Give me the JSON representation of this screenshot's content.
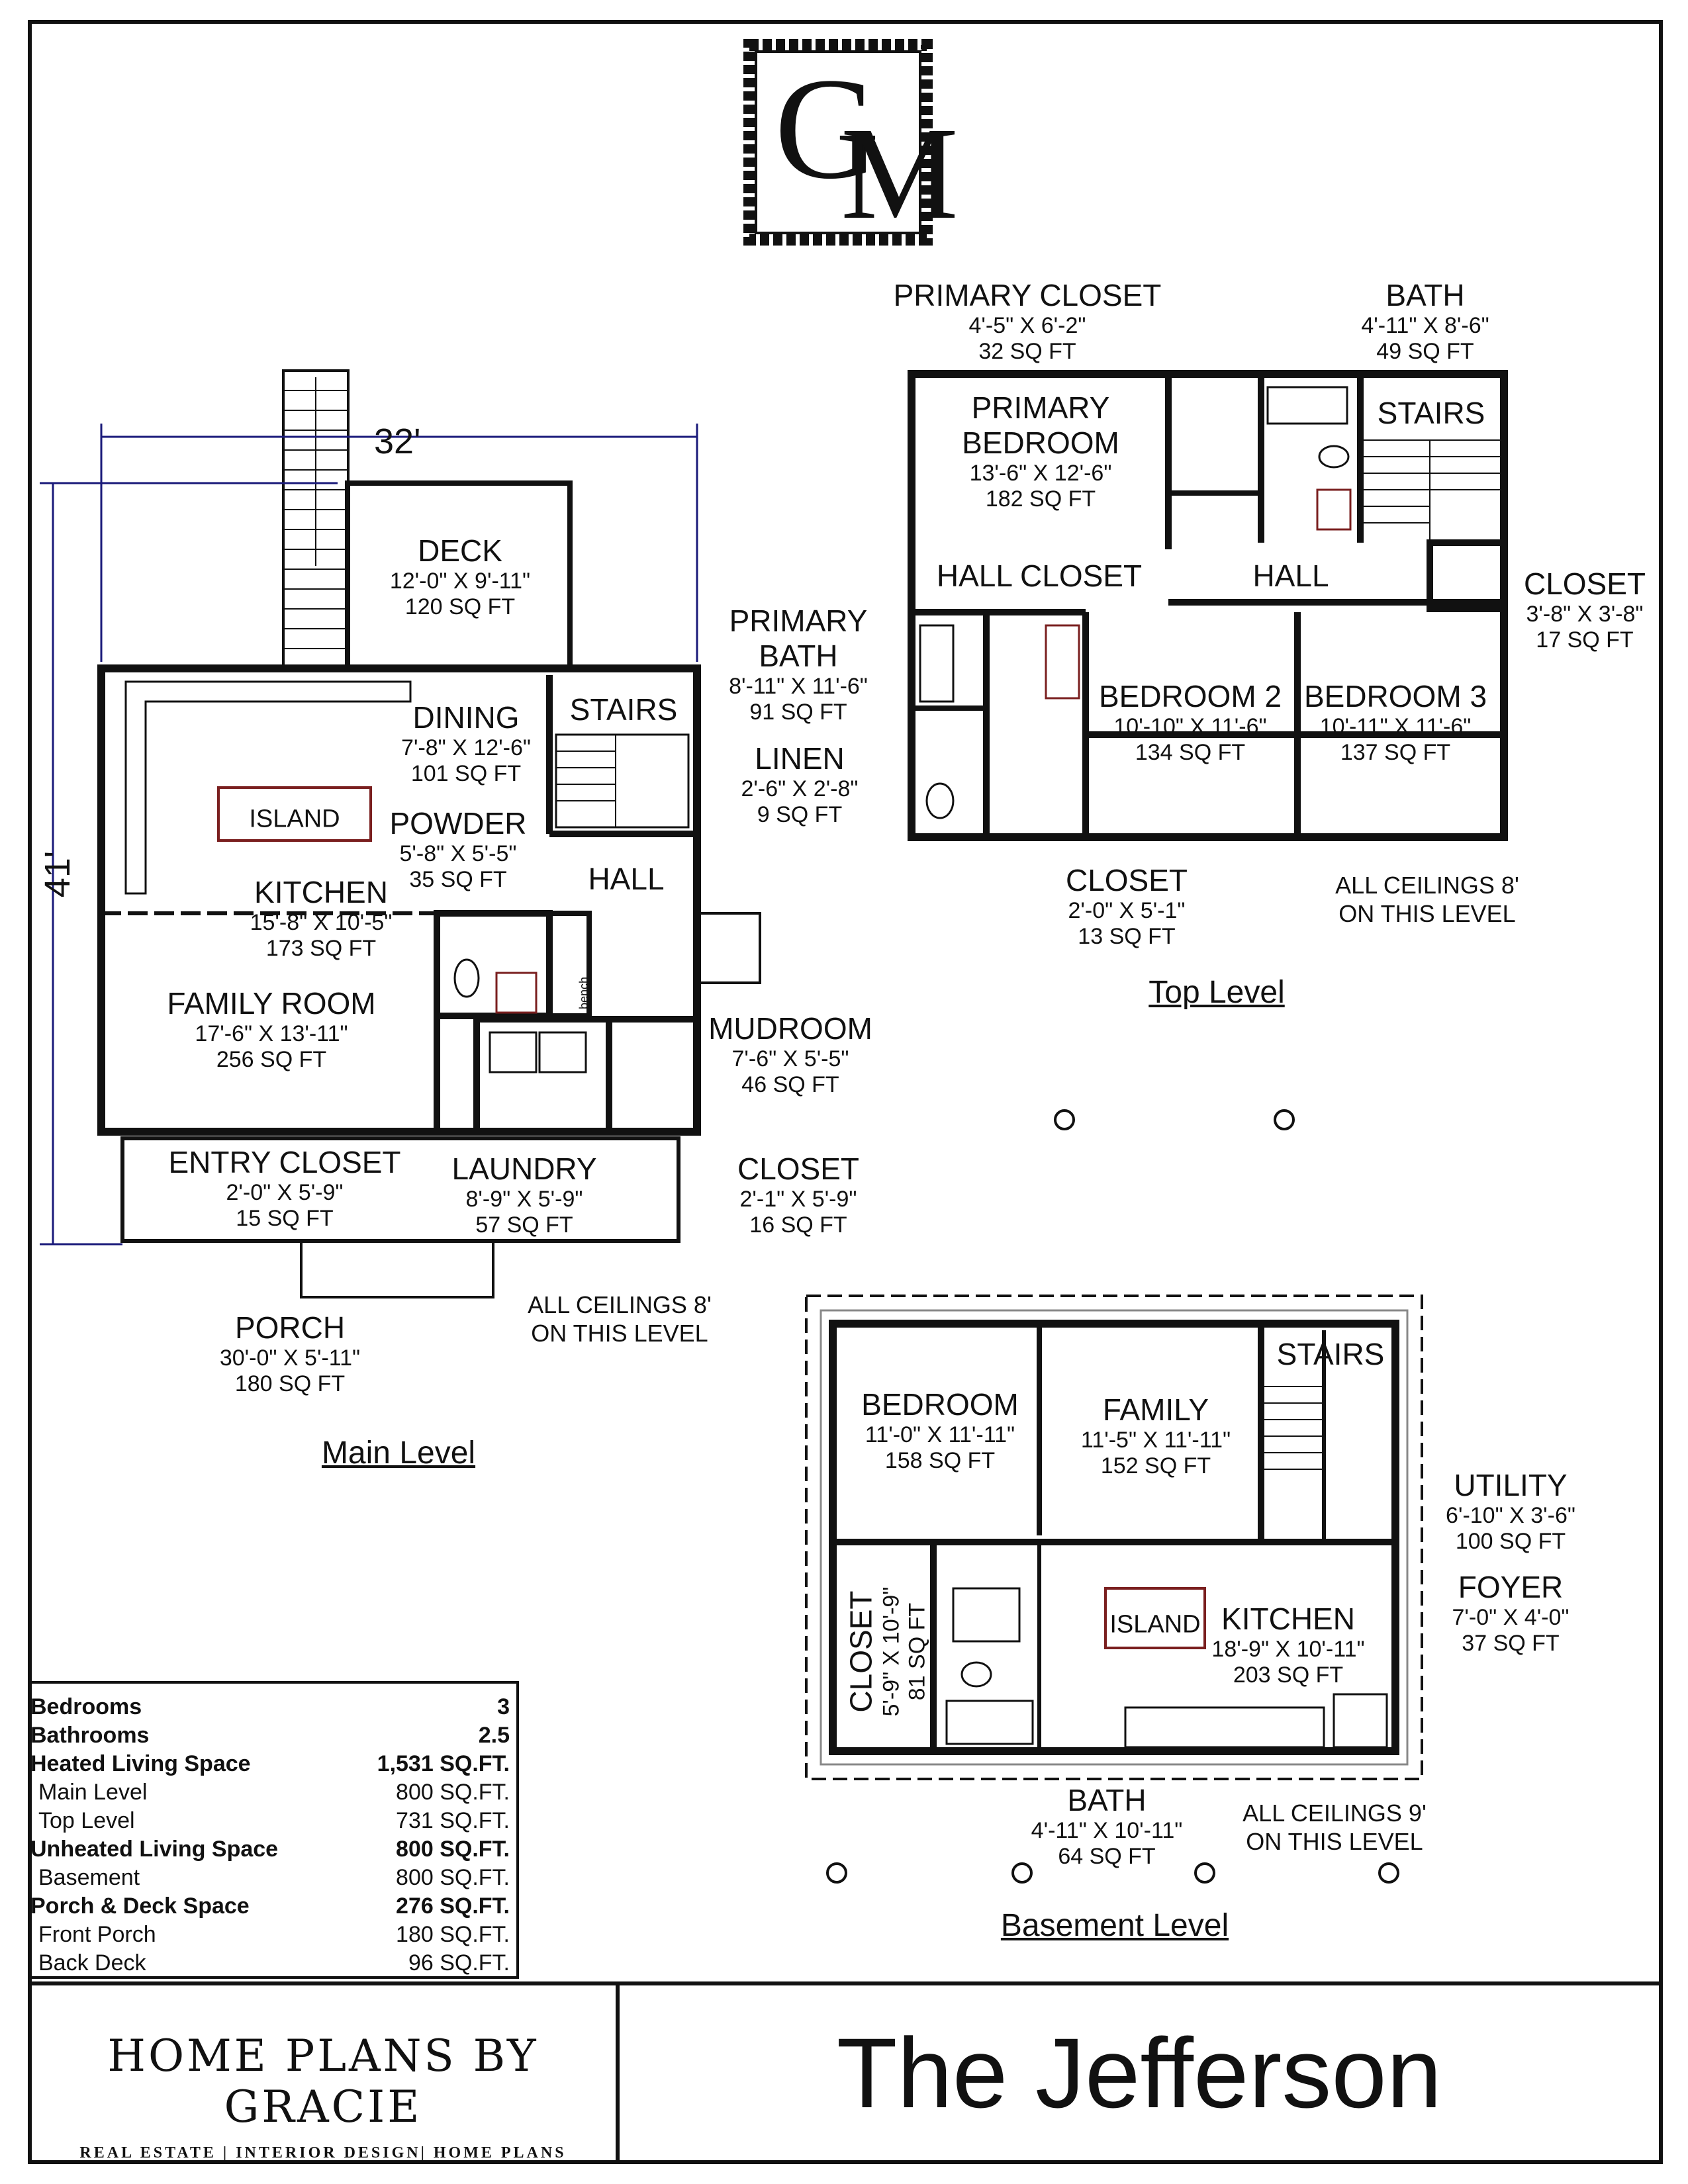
{
  "logo": {
    "g": "G",
    "m": "M"
  },
  "main_level": {
    "title": "Main Level",
    "width_dim": "32'",
    "depth_dim": "41'",
    "note": [
      "ALL CEILINGS 8'",
      "ON THIS LEVEL"
    ],
    "island": "ISLAND",
    "rooms": {
      "deck": {
        "name": "DECK",
        "dims": "12'-0\" X 9'-11\"",
        "area": "120 SQ FT"
      },
      "dining": {
        "name": "DINING",
        "dims": "7'-8\" X 12'-6\"",
        "area": "101 SQ FT"
      },
      "stairs": {
        "name": "STAIRS"
      },
      "powder": {
        "name": "POWDER",
        "dims": "5'-8\" X 5'-5\"",
        "area": "35 SQ FT"
      },
      "hall": {
        "name": "HALL"
      },
      "kitchen": {
        "name": "KITCHEN",
        "dims": "15'-8\" X 10'-5\"",
        "area": "173 SQ FT"
      },
      "family": {
        "name": "FAMILY ROOM",
        "dims": "17'-6\" X 13'-11\"",
        "area": "256 SQ FT"
      },
      "mudroom": {
        "name": "MUDROOM",
        "dims": "7'-6\" X 5'-5\"",
        "area": "46 SQ FT"
      },
      "entry_closet": {
        "name": "ENTRY CLOSET",
        "dims": "2'-0\" X 5'-9\"",
        "area": "15 SQ FT"
      },
      "laundry": {
        "name": "LAUNDRY",
        "dims": "8'-9\" X 5'-9\"",
        "area": "57 SQ FT"
      },
      "closet": {
        "name": "CLOSET",
        "dims": "2'-1\" X 5'-9\"",
        "area": "16 SQ FT"
      },
      "porch": {
        "name": "PORCH",
        "dims": "30'-0\" X 5'-11\"",
        "area": "180 SQ FT"
      }
    },
    "bench": "bench"
  },
  "top_level": {
    "title": "Top Level",
    "note": [
      "ALL CEILINGS 8'",
      "ON THIS LEVEL"
    ],
    "rooms": {
      "primary_closet": {
        "name": "PRIMARY CLOSET",
        "dims": "4'-5\" X 6'-2\"",
        "area": "32 SQ FT"
      },
      "bath": {
        "name": "BATH",
        "dims": "4'-11\" X 8'-6\"",
        "area": "49 SQ FT"
      },
      "primary_bedroom": {
        "name": [
          "PRIMARY",
          "BEDROOM"
        ],
        "dims": "13'-6\" X 12'-6\"",
        "area": "182 SQ FT"
      },
      "stairs": {
        "name": "STAIRS"
      },
      "hall_closet": {
        "name": "HALL CLOSET"
      },
      "hall": {
        "name": "HALL"
      },
      "closet_right": {
        "name": "CLOSET",
        "dims": "3'-8\" X 3'-8\"",
        "area": "17 SQ FT"
      },
      "primary_bath": {
        "name": [
          "PRIMARY",
          "BATH"
        ],
        "dims": "8'-11\" X 11'-6\"",
        "area": "91 SQ FT"
      },
      "bedroom2": {
        "name": "BEDROOM 2",
        "dims": "10'-10\" X 11'-6\"",
        "area": "134 SQ FT"
      },
      "bedroom3": {
        "name": "BEDROOM 3",
        "dims": "10'-11\" X 11'-6\"",
        "area": "137 SQ FT"
      },
      "linen": {
        "name": "LINEN",
        "dims": "2'-6\" X 2'-8\"",
        "area": "9 SQ FT"
      },
      "closet_bottom": {
        "name": "CLOSET",
        "dims": "2'-0\" X 5'-1\"",
        "area": "13 SQ FT"
      }
    }
  },
  "basement_level": {
    "title": "Basement Level",
    "note": [
      "ALL CEILINGS 9'",
      "ON THIS LEVEL"
    ],
    "island": "ISLAND",
    "rooms": {
      "stairs": {
        "name": "STAIRS"
      },
      "bedroom": {
        "name": "BEDROOM",
        "dims": "11'-0\" X 11'-11\"",
        "area": "158 SQ FT"
      },
      "family": {
        "name": "FAMILY",
        "dims": "11'-5\" X 11'-11\"",
        "area": "152 SQ FT"
      },
      "utility": {
        "name": "UTILITY",
        "dims": "6'-10\" X 3'-6\"",
        "area": "100 SQ FT"
      },
      "foyer": {
        "name": "FOYER",
        "dims": "7'-0\" X 4'-0\"",
        "area": "37 SQ FT"
      },
      "kitchen": {
        "name": "KITCHEN",
        "dims": "18'-9\" X 10'-11\"",
        "area": "203 SQ FT"
      },
      "closet": {
        "name": "CLOSET",
        "dims": "5'-9\" X 10'-9\"",
        "area": "81 SQ FT"
      },
      "bath": {
        "name": "BATH",
        "dims": "4'-11\" X 10'-11\"",
        "area": "64 SQ FT"
      }
    }
  },
  "stats": [
    {
      "k": "Bedrooms",
      "v": "3",
      "style": "b"
    },
    {
      "k": "Bathrooms",
      "v": "2.5",
      "style": "b"
    },
    {
      "k": "Heated Living Space",
      "v": "1,531 SQ.FT.",
      "style": "b"
    },
    {
      "k": "Main Level",
      "v": "800 SQ.FT.",
      "style": "sub"
    },
    {
      "k": "Top Level",
      "v": "731 SQ.FT.",
      "style": "sub"
    },
    {
      "k": "Unheated Living Space",
      "v": "800 SQ.FT.",
      "style": "b"
    },
    {
      "k": "Basement",
      "v": "800 SQ.FT.",
      "style": "sub"
    },
    {
      "k": "Porch & Deck Space",
      "v": "276 SQ.FT.",
      "style": "b"
    },
    {
      "k": "Front Porch",
      "v": "180 SQ.FT.",
      "style": "sub"
    },
    {
      "k": "Back Deck",
      "v": "96 SQ.FT.",
      "style": "sub"
    }
  ],
  "brand": {
    "name": "HOME PLANS BY GRACIE",
    "tagline": "REAL ESTATE | INTERIOR DESIGN| HOME PLANS"
  },
  "plan_title": "The Jefferson"
}
